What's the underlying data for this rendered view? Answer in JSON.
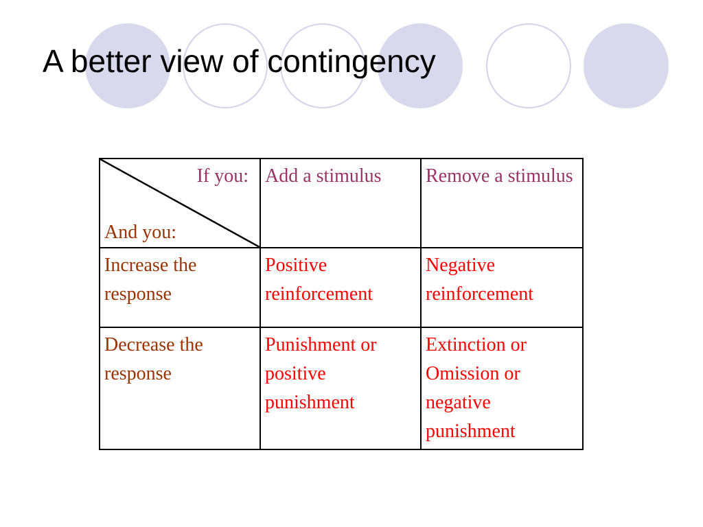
{
  "slide": {
    "title": "A better view of contingency"
  },
  "decor": {
    "filled_color": "#d9d9ee",
    "outline_color": "#d3d3ea"
  },
  "table": {
    "corner_top": "If you:",
    "corner_bottom": "And you:",
    "col_headers": [
      "Add a stimulus",
      "Remove a stimulus"
    ],
    "rows": [
      {
        "label": "Increase the response",
        "cells": [
          "Positive reinforcement",
          "Negative reinforcement"
        ]
      },
      {
        "label": "Decrease the response",
        "cells": [
          "Punishment or positive punishment",
          "Extinction or Omission or negative punishment"
        ]
      }
    ],
    "colors": {
      "header": "#993366",
      "row_label": "#993300",
      "outcome": "#ff0000"
    }
  }
}
